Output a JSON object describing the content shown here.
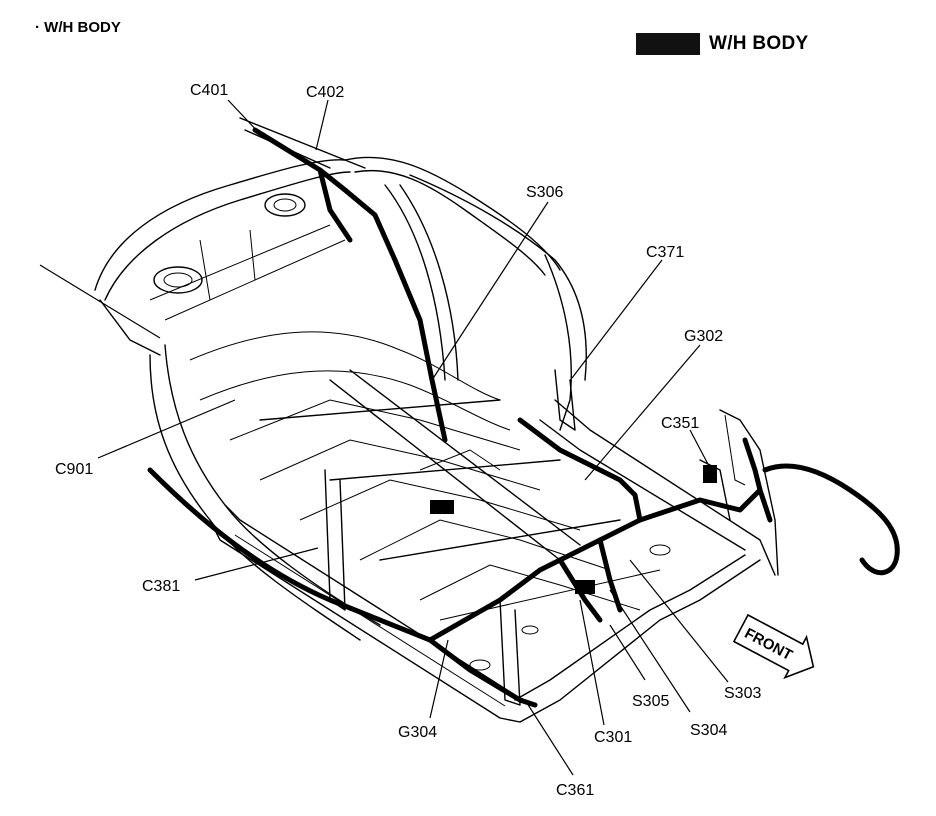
{
  "header": {
    "section_label": "· W/H BODY",
    "legend_label": "W/H BODY",
    "legend_color": "#111111"
  },
  "orientation": {
    "front_label": "FRONT"
  },
  "callouts": {
    "c401": "C401",
    "c402": "C402",
    "s306": "S306",
    "c371": "C371",
    "g302": "G302",
    "c351": "C351",
    "c901": "C901",
    "c381": "C381",
    "g304": "G304",
    "c301": "C301",
    "s305": "S305",
    "s304": "S304",
    "s303": "S303",
    "c361": "C361"
  }
}
